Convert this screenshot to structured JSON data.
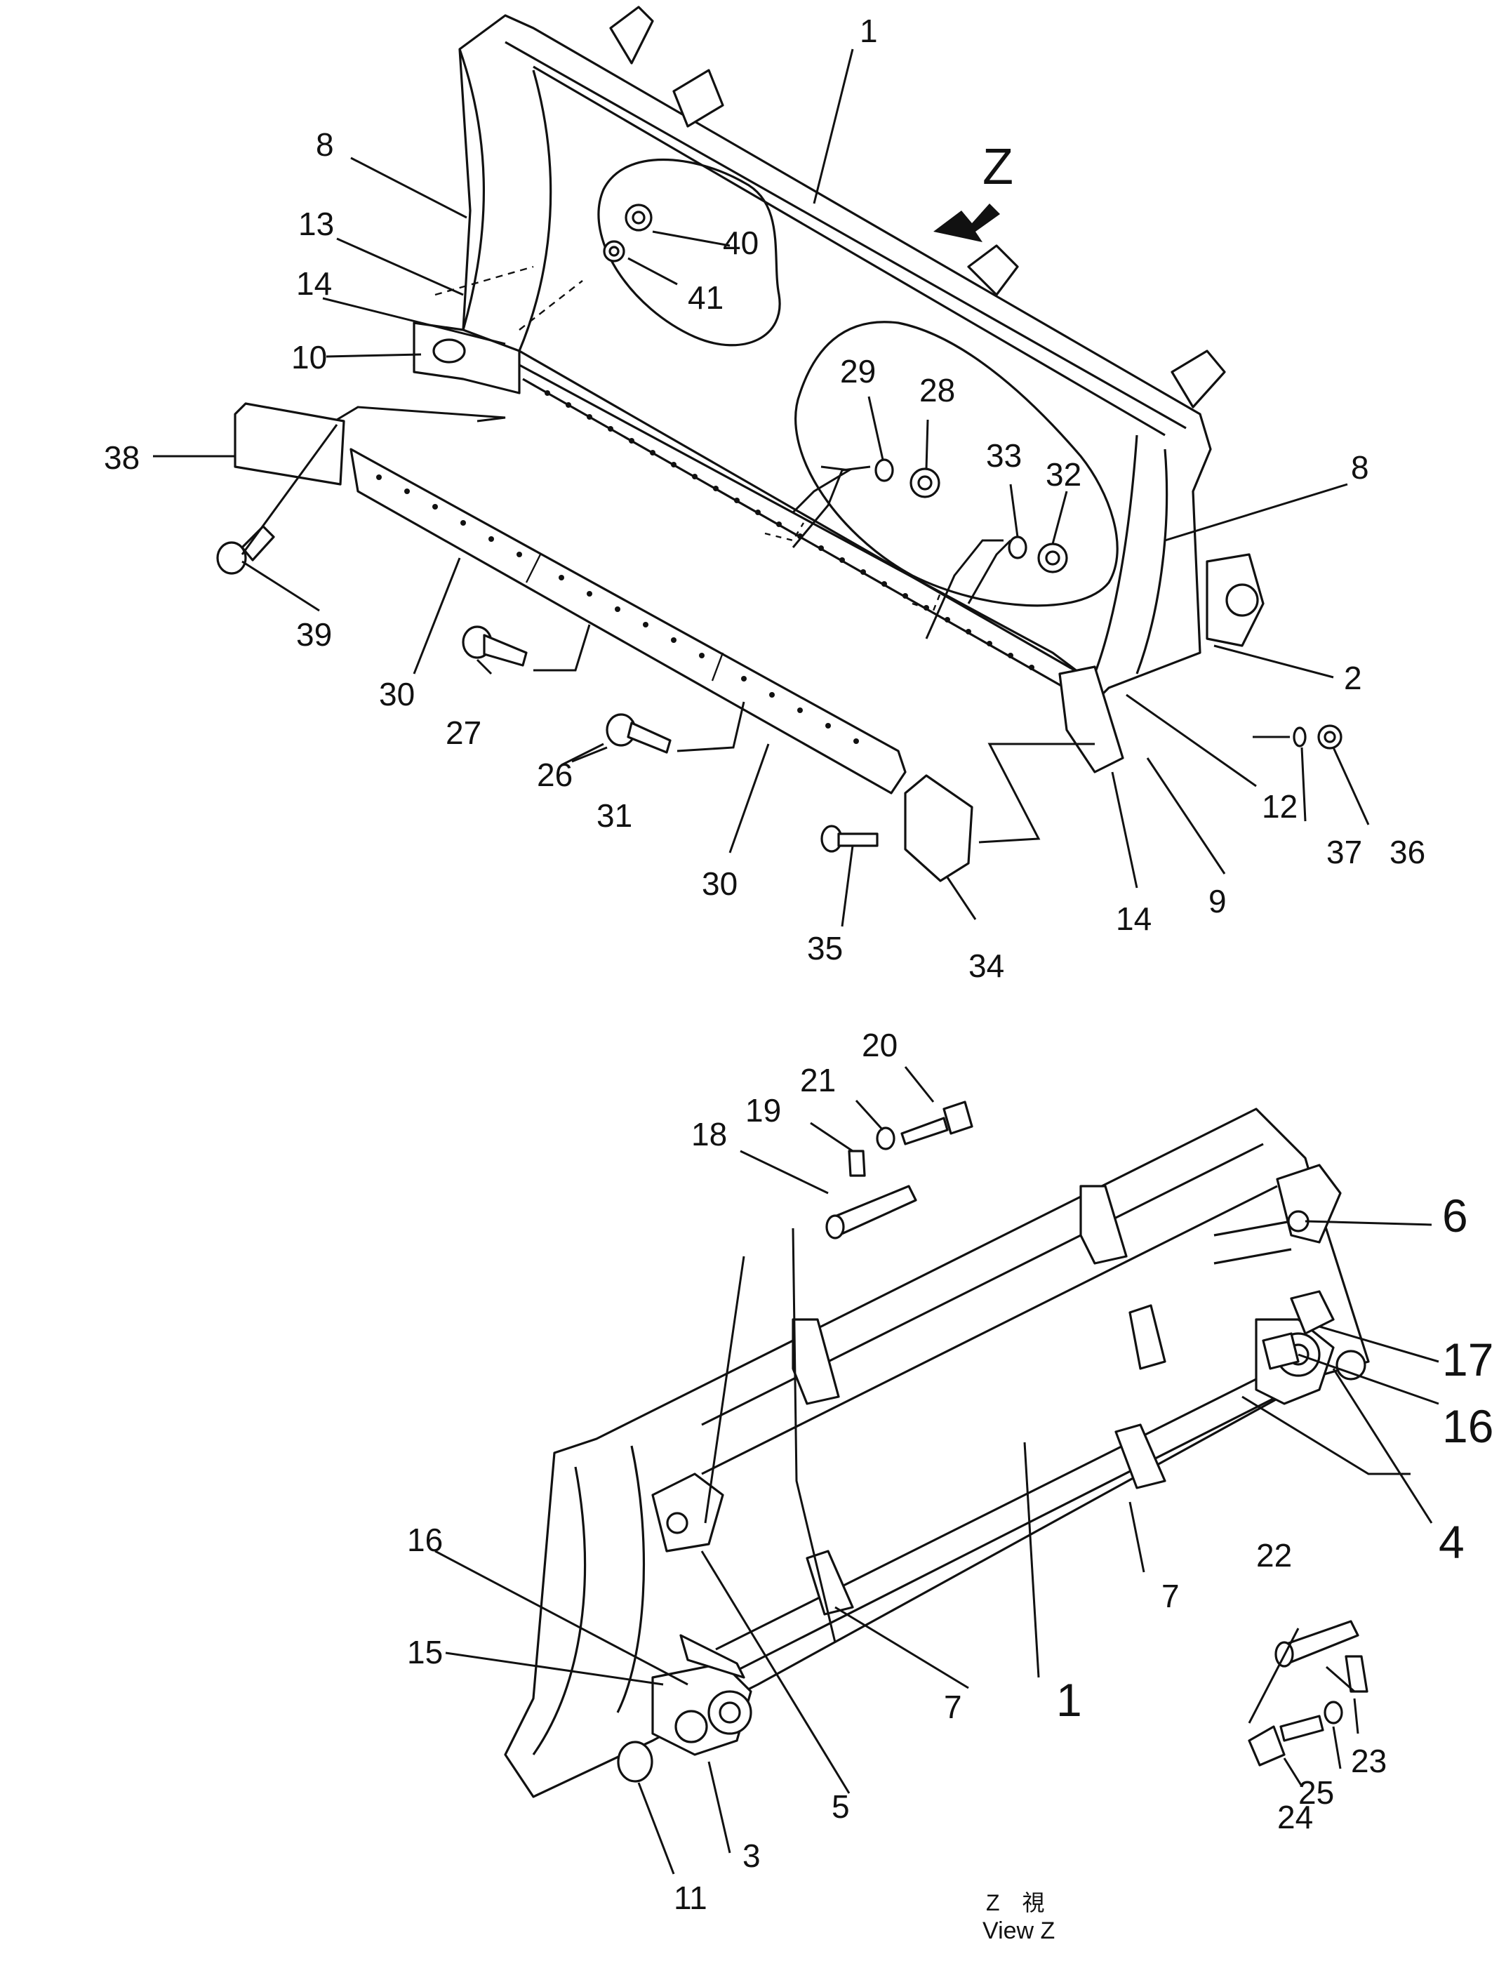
{
  "view_marker": "Z",
  "caption": {
    "jp": "Z　視",
    "en": "View Z"
  },
  "upper_callouts": [
    "1",
    "8",
    "13",
    "14",
    "10",
    "40",
    "41",
    "29",
    "28",
    "33",
    "32",
    "8",
    "2",
    "38",
    "39",
    "30",
    "27",
    "26",
    "31",
    "30",
    "35",
    "34",
    "14",
    "9",
    "12",
    "37",
    "36"
  ],
  "lower_callouts": [
    "20",
    "21",
    "19",
    "18",
    "6",
    "17",
    "16",
    "4",
    "16",
    "15",
    "7",
    "1",
    "7",
    "22",
    "23",
    "25",
    "24",
    "5",
    "3",
    "11"
  ]
}
